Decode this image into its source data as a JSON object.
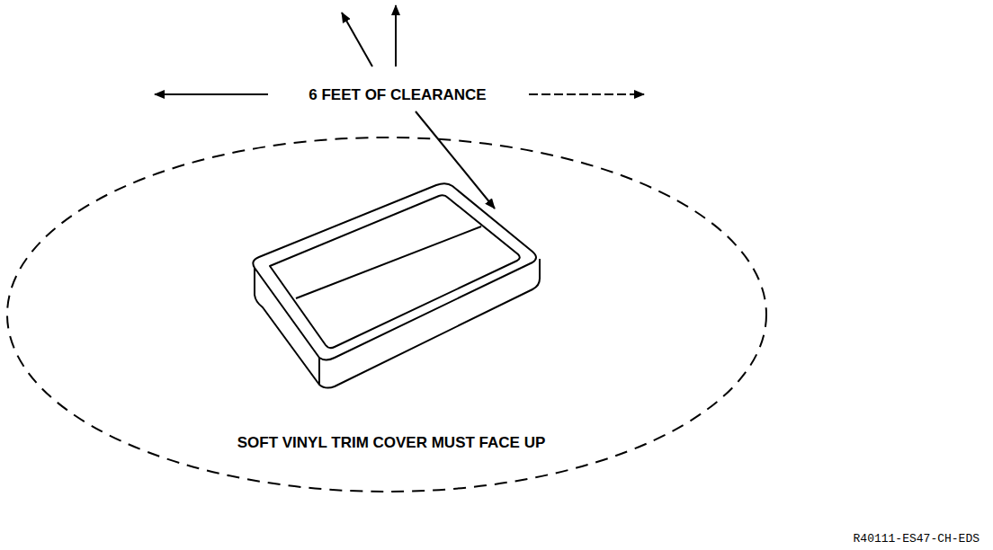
{
  "diagram": {
    "labels": [
      "6 FEET OF CLEARANCE",
      "SOFT VINYL TRIM COVER MUST FACE UP",
      "R40111-ES47-CH-EDS"
    ]
  }
}
